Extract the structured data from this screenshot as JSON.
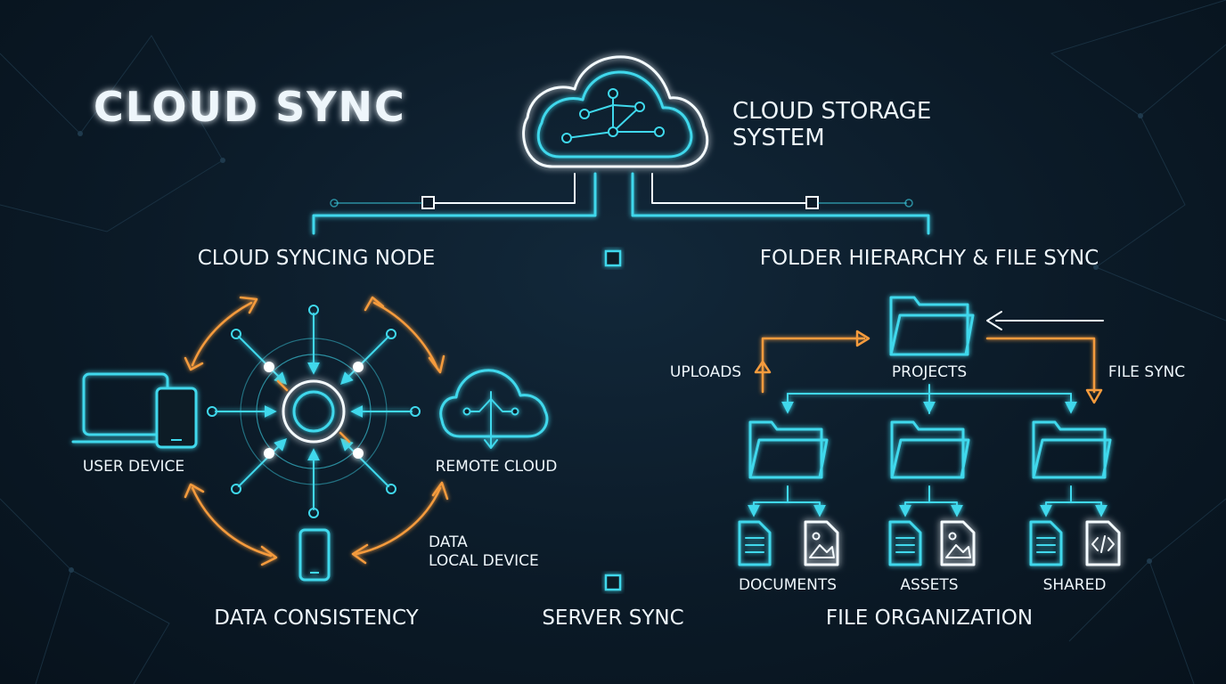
{
  "title": "CLOUD SYNC",
  "cloud_storage": {
    "line1": "CLOUD STORAGE",
    "line2": "SYSTEM"
  },
  "sections": {
    "syncing_node": "CLOUD SYNCING NODE",
    "folder_hierarchy": "FOLDER HIERARCHY & FILE SYNC",
    "data_consistency": "DATA CONSISTENCY",
    "server_sync": "SERVER SYNC",
    "file_organization": "FILE ORGANIZATION"
  },
  "node_labels": {
    "user_device": "USER DEVICE",
    "remote_cloud": "REMOTE CLOUD",
    "data_local_line1": "DATA",
    "data_local_line2": "LOCAL DEVICE"
  },
  "folder_labels": {
    "uploads": "UPLOADS",
    "projects": "PROJECTS",
    "file_sync": "FILE SYNC",
    "documents": "DOCUMENTS",
    "assets": "ASSETS",
    "shared": "SHARED"
  },
  "colors": {
    "cyan": "#3fd8ec",
    "orange": "#f59b3d",
    "white": "#f4fbff",
    "background": "#0b1a27"
  },
  "icons": [
    "cloud-network-icon",
    "laptop-tablet-icon",
    "cloud-upload-icon",
    "smartphone-icon",
    "folder-icon",
    "document-icon",
    "image-file-icon",
    "code-file-icon"
  ]
}
